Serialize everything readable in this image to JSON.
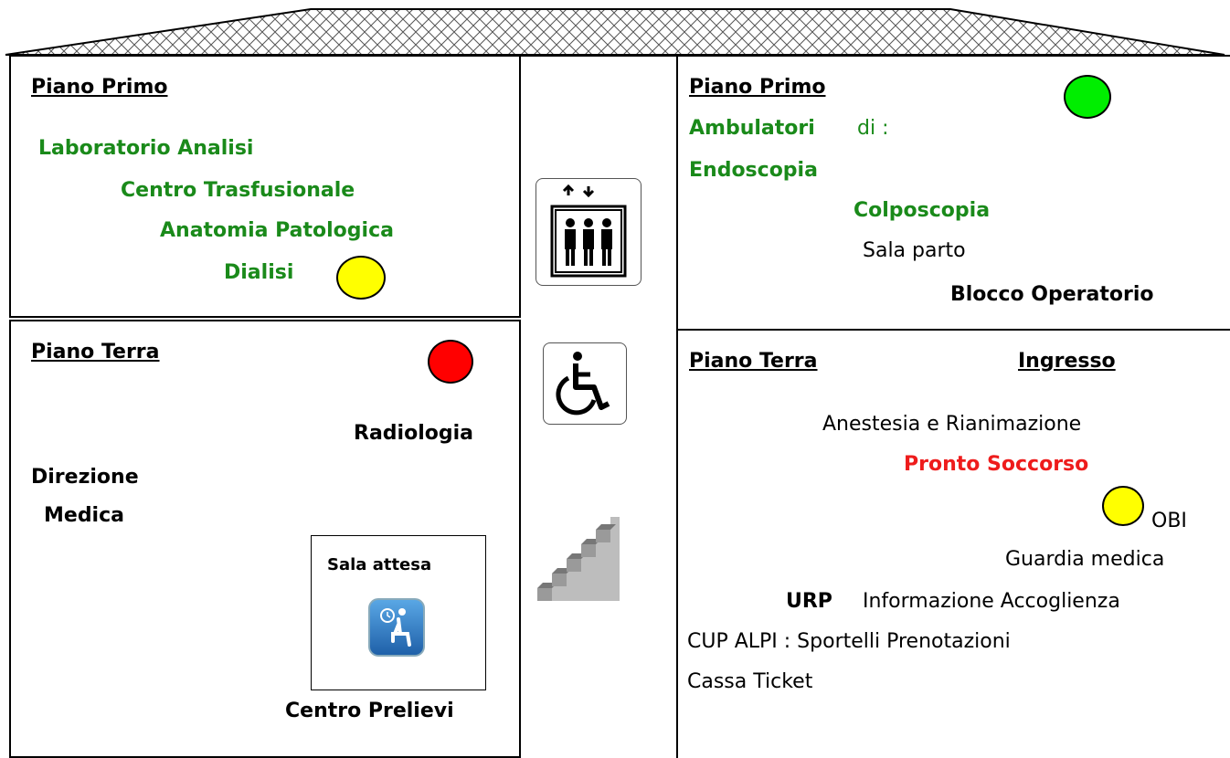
{
  "left_upper": {
    "floor_label": "Piano Primo",
    "items": [
      "Laboratorio Analisi",
      "Centro Trasfusionale",
      "Anatomia Patologica",
      "Dialisi"
    ]
  },
  "left_lower": {
    "floor_label": "Piano Terra",
    "radiologia": "Radiologia",
    "direzione": "Direzione",
    "medica": "Medica",
    "sala_attesa": "Sala attesa",
    "centro_prelievi": "Centro Prelievi"
  },
  "right_upper": {
    "floor_label": "Piano Primo",
    "ambulatori": "Ambulatori",
    "di": "di :",
    "endoscopia": "Endoscopia",
    "colposcopia": "Colposcopia",
    "sala_parto": "Sala parto",
    "blocco_operatorio": "Blocco Operatorio"
  },
  "right_lower": {
    "floor_label": "Piano Terra",
    "ingresso": "Ingresso",
    "anestesia": "Anestesia e Rianimazione",
    "pronto_soccorso": "Pronto Soccorso",
    "obi": "OBI",
    "guardia_medica": "Guardia medica",
    "urp": "URP",
    "informazione": "Informazione Accoglienza",
    "cup": "CUP ALPI : Sportelli Prenotazioni",
    "cassa": "Cassa Ticket"
  },
  "markers": {
    "yellow": "#ffff00",
    "red": "#ff0000",
    "green": "#00ee00"
  },
  "colors": {
    "green_text": "#1a8a1a",
    "red_text": "#ee1c1c"
  },
  "icons": [
    "elevator-icon",
    "wheelchair-icon",
    "stairs-icon",
    "waiting-room-icon"
  ]
}
